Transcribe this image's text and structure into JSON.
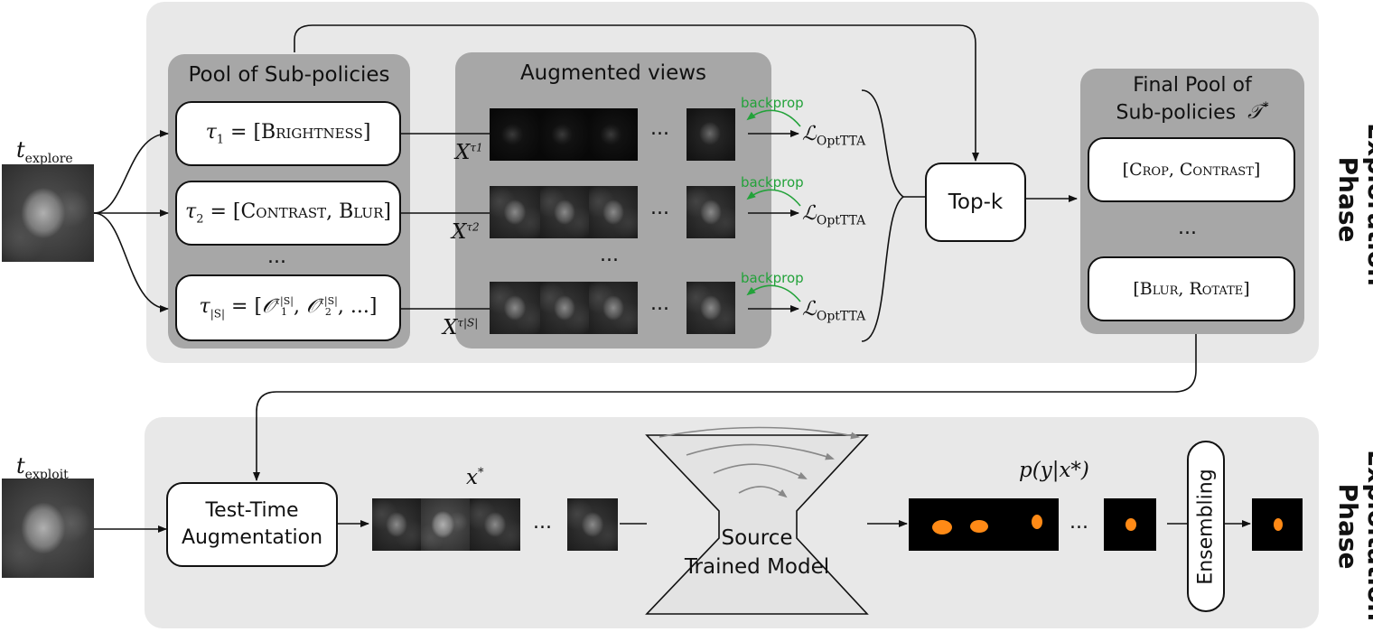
{
  "exploration": {
    "phase_label_line1": "Exploration",
    "phase_label_line2": "Phase",
    "input_label_base": "t",
    "input_label_sub": "explore",
    "pool_title": "Pool of Sub-policies",
    "policies": [
      {
        "lhs": "τ",
        "lhs_sub": "1",
        "rhs": "[Brightness]"
      },
      {
        "lhs": "τ",
        "lhs_sub": "2",
        "rhs": "[Contrast, Blur]"
      },
      {
        "lhs": "τ",
        "lhs_sub": "|S|",
        "rhs_prefix": "= [",
        "op1": "𝒪",
        "op1_sub": "1",
        "op1_sup": "τ|S|",
        "op2": "𝒪",
        "op2_sub": "2",
        "op2_sup": "τ|S|",
        "rhs_suffix": ", ...]"
      }
    ],
    "pool_ellipsis": "...",
    "views_title": "Augmented views",
    "view_labels": [
      {
        "base": "X",
        "sup": "τ1"
      },
      {
        "base": "X",
        "sup": "τ2"
      },
      {
        "base": "X",
        "sup": "τ|S|"
      }
    ],
    "views_row_ellipsis": "...",
    "views_col_ellipsis": "...",
    "backprop_label": "backprop",
    "loss_symbol": "ℒ",
    "loss_sub": "OptTTA",
    "topk_label": "Top-k",
    "final_pool_title_line1": "Final Pool of",
    "final_pool_title_line2": "Sub-policies",
    "final_pool_symbol": "𝒯",
    "final_pool_sup": "*",
    "final_policies": [
      "[Crop, Contrast]",
      "[Blur, Rotate]"
    ],
    "final_pool_ellipsis": "..."
  },
  "exploitation": {
    "phase_label_line1": "Exploitation",
    "phase_label_line2": "Phase",
    "input_label_base": "t",
    "input_label_sub": "exploit",
    "tta_line1": "Test-Time",
    "tta_line2": "Augmentation",
    "xstar_base": "x",
    "xstar_sup": "*",
    "aug_ellipsis": "...",
    "model_line1": "Source",
    "model_line2": "Trained Model",
    "pred_label": "p(y|x*)",
    "pred_ellipsis": "...",
    "ensembling_label": "Ensembling"
  },
  "colors": {
    "panel_bg": "#e8e8e8",
    "group_bg": "#a7a7a7",
    "backprop_green": "#23a23a",
    "segmentation_orange": "#ff8a16"
  }
}
